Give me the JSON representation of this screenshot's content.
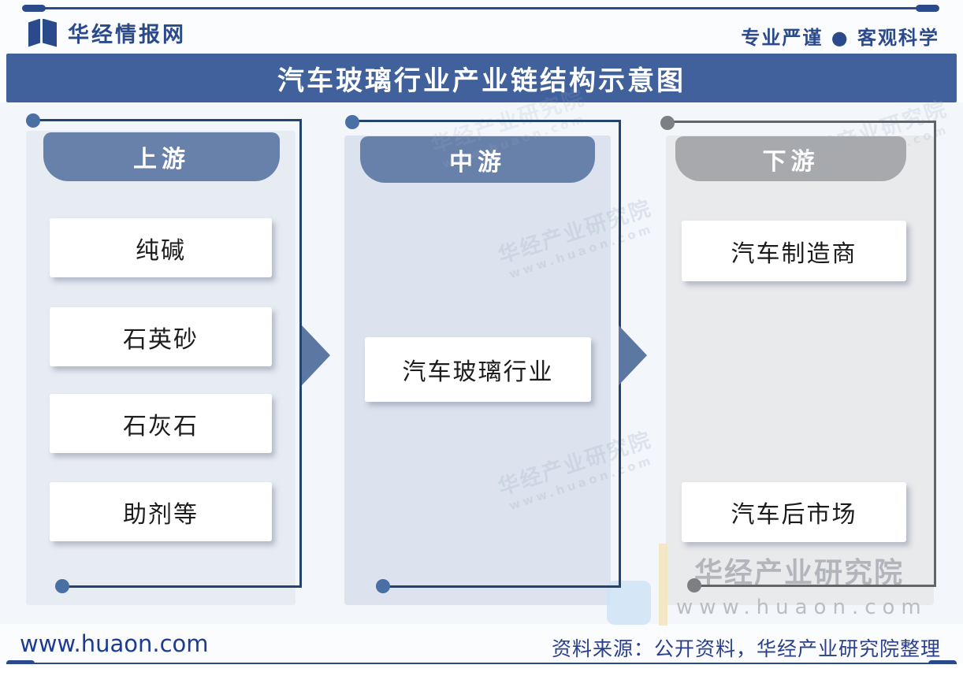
{
  "header": {
    "logo_text": "华经情报网",
    "slogan": "专业严谨 ● 客观科学"
  },
  "title": "汽车玻璃行业产业链结构示意图",
  "columns": [
    {
      "header": "上游",
      "items": [
        "纯碱",
        "石英砂",
        "石灰石",
        "助剂等"
      ]
    },
    {
      "header": "中游",
      "items": [
        "汽车玻璃行业"
      ]
    },
    {
      "header": "下游",
      "items": [
        "汽车制造商",
        "汽车后市场"
      ]
    }
  ],
  "watermark": {
    "org": "华经产业研究院",
    "url": "www.huaon.com"
  },
  "footer": {
    "site": "www.huaon.com",
    "source": "资料来源：公开资料，华经产业研究院整理"
  },
  "colors": {
    "title_bar": "#40619b",
    "ribbon_blue": "#6881aa",
    "ribbon_gray": "#a7a9ac",
    "bracket_navy": "#25436f",
    "bracket_gray": "#636466",
    "accent_blue": "#2b4a8c",
    "arrow": "#5d77a3"
  }
}
